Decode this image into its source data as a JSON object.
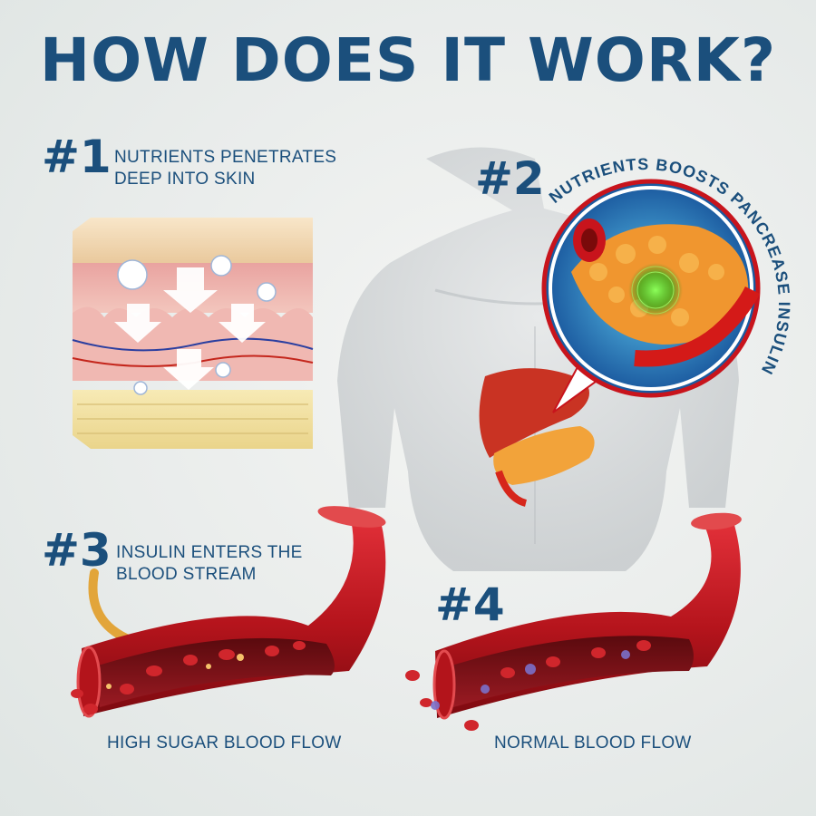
{
  "title": "HOW DOES IT WORK?",
  "steps": [
    {
      "number": "#1",
      "text_line1": "NUTRIENTS PENETRATES",
      "text_line2": "DEEP INTO SKIN"
    },
    {
      "number": "#2",
      "curved_text": "NUTRIENTS BOOSTS PANCREASE INSULIN"
    },
    {
      "number": "#3",
      "text_line1": "INSULIN ENTERS THE",
      "text_line2": "BLOOD STREAM"
    },
    {
      "number": "#4"
    }
  ],
  "captions": {
    "left": "HIGH SUGAR BLOOD FLOW",
    "right": "NORMAL BLOOD FLOW"
  },
  "colors": {
    "brand_blue": "#1b4f7c",
    "blood_red": "#c8141c",
    "arrow_gold": "#e2a53a"
  }
}
